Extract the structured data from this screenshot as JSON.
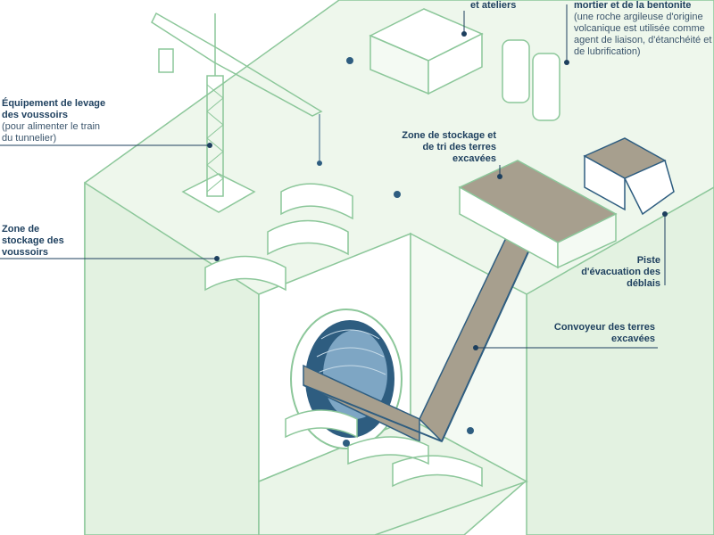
{
  "labels": {
    "ateliers": {
      "title": "et ateliers"
    },
    "mortier": {
      "title": "mortier et de la bentonite",
      "subtitle": "(une roche argileuse d'origine volcanique est utilisée comme agent de liaison, d'étanchéité et de lubrification)"
    },
    "levage": {
      "title": "Équipement de levage des voussoirs",
      "subtitle": "(pour alimenter le train du tunnelier)"
    },
    "stockage_terres": {
      "title": "Zone de stockage et de tri des terres excavées"
    },
    "stockage_voussoirs": {
      "title": "Zone de stockage des voussoirs"
    },
    "piste": {
      "title": "Piste d'évacuation des déblais"
    },
    "convoyeur": {
      "title": "Convoyeur des terres excavées"
    }
  },
  "colors": {
    "line_green": "#8cc79a",
    "fill_green": "#e9f5e8",
    "label_navy": "#1d3f5e",
    "tunnel_blue": "#2e5d80",
    "rubble": "#a79f8e"
  }
}
